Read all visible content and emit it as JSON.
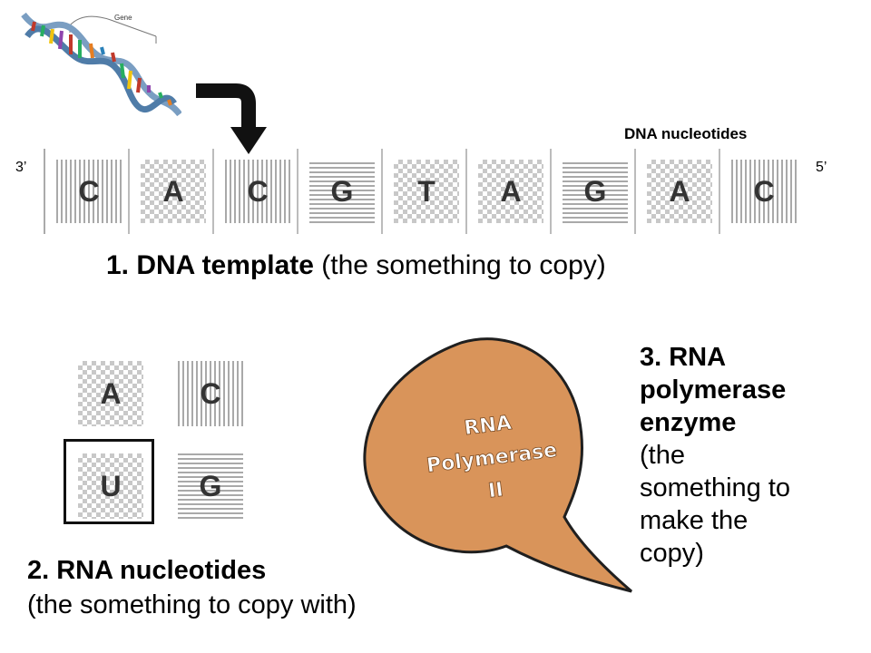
{
  "illustration": {
    "gene_label": "Gene"
  },
  "labels": {
    "end_left": "3’",
    "end_right": "5’",
    "dna_nucleotides": "DNA nucleotides"
  },
  "dna_sequence": [
    {
      "base": "C",
      "pattern": "vertical"
    },
    {
      "base": "A",
      "pattern": "checker"
    },
    {
      "base": "C",
      "pattern": "vertical"
    },
    {
      "base": "G",
      "pattern": "horizontal"
    },
    {
      "base": "T",
      "pattern": "checker"
    },
    {
      "base": "A",
      "pattern": "checker"
    },
    {
      "base": "G",
      "pattern": "horizontal"
    },
    {
      "base": "A",
      "pattern": "checker"
    },
    {
      "base": "C",
      "pattern": "vertical"
    }
  ],
  "caption1": {
    "bold": "1. DNA template",
    "rest": " (the something to copy)"
  },
  "rna_nucleotides": [
    {
      "base": "A",
      "pattern": "checker"
    },
    {
      "base": "C",
      "pattern": "vertical"
    },
    {
      "base": "U",
      "pattern": "checker"
    },
    {
      "base": "G",
      "pattern": "horizontal"
    }
  ],
  "caption2": {
    "line1": "2. RNA nucleotides",
    "line2": "(the something to copy with)"
  },
  "enzyme": {
    "line1": "RNA",
    "line2": "Polymerase",
    "line3": "II",
    "fill": "#d9945a"
  },
  "caption3": {
    "line1": "3. RNA",
    "line2": "polymerase",
    "line3": "enzyme",
    "line4": "(the",
    "line5": "something to",
    "line6": "make the",
    "line7": "copy)"
  }
}
